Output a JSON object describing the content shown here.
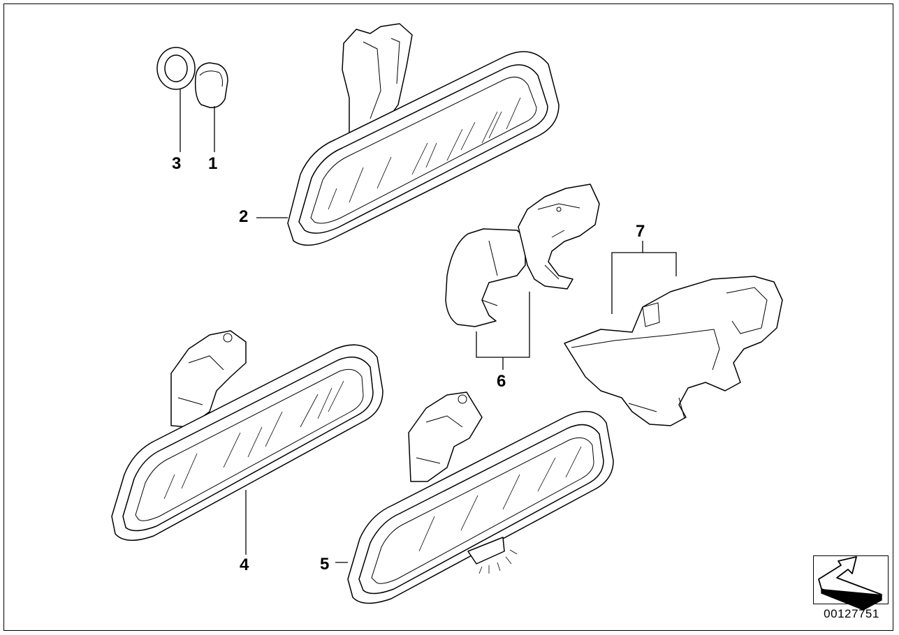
{
  "diagram": {
    "reference_number": "00127751",
    "callouts": {
      "part_1": "1",
      "part_2": "2",
      "part_3": "3",
      "part_4": "4",
      "part_5": "5",
      "part_6": "6",
      "part_7": "7"
    },
    "icons": {
      "orientation_arrow": "orientation-arrow-icon"
    },
    "colors": {
      "line": "#000000",
      "background": "#ffffff"
    }
  }
}
